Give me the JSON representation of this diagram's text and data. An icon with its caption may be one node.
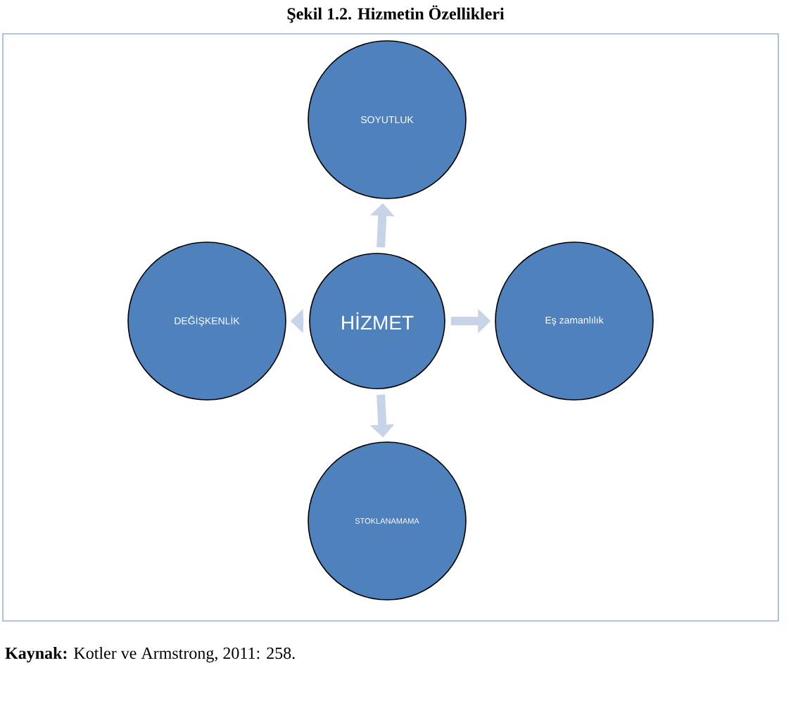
{
  "diagram": {
    "title": "Şekil 1.2. Hizmetin Özellikleri",
    "caption": "**Kaynak:** Kotler ve Armstrong, 2011: 258.",
    "nodes": [
      {
        "text": [
          "SOYUTLUK"
        ]
      },
      {
        "text": [
          "DEĞİŞKENLİK"
        ]
      },
      {
        "text": [
          "HİZMET"
        ]
      },
      {
        "text": [
          "Eş zamanlılık"
        ]
      },
      {
        "text": [
          "STOKLANAMAMA"
        ]
      }
    ],
    "edges": [
      {
        "from": 2,
        "to": 0,
        "arrow": "to"
      },
      {
        "from": 2,
        "to": 1,
        "arrow": "to"
      },
      {
        "from": 2,
        "to": 3,
        "arrow": "to"
      },
      {
        "from": 2,
        "to": 4,
        "arrow": "to"
      }
    ]
  }
}
